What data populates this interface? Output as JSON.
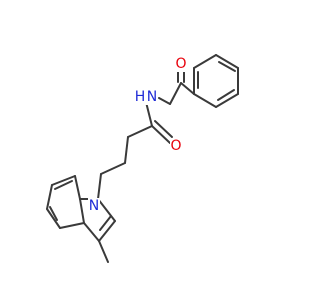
{
  "molecule": {
    "colors": {
      "carbon_bond": "#3a3a3a",
      "oxygen": "#e8000b",
      "nitrogen": "#1f2bd6",
      "background": "#ffffff"
    },
    "atoms": [
      {
        "id": "O1",
        "label": "O",
        "element": "oxygen"
      },
      {
        "id": "N1",
        "label": "N",
        "element": "nitrogen"
      },
      {
        "id": "H1",
        "label": "H",
        "element": "nitrogen"
      },
      {
        "id": "O2",
        "label": "O",
        "element": "oxygen"
      },
      {
        "id": "N2",
        "label": "N",
        "element": "nitrogen"
      }
    ]
  }
}
